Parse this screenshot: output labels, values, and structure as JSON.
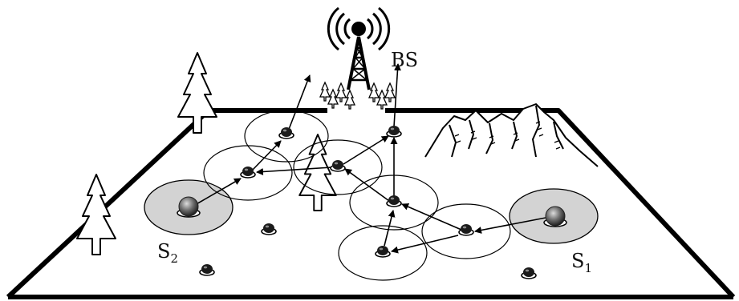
{
  "labels": {
    "base_station": "BS",
    "source_2": "S",
    "source_2_sub": "2",
    "source_1": "S",
    "source_1_sub": "1"
  },
  "colors": {
    "line": "#000000",
    "source_cell_fill": "#d3d3d3",
    "node_body": "#222222",
    "source_node": "#6b6b6b",
    "background": "#ffffff"
  },
  "icons": {
    "base_station": "radio-tower-icon",
    "tree": "pine-tree-icon",
    "mountain": "mountain-range-icon",
    "sensor": "sensor-node-icon"
  }
}
